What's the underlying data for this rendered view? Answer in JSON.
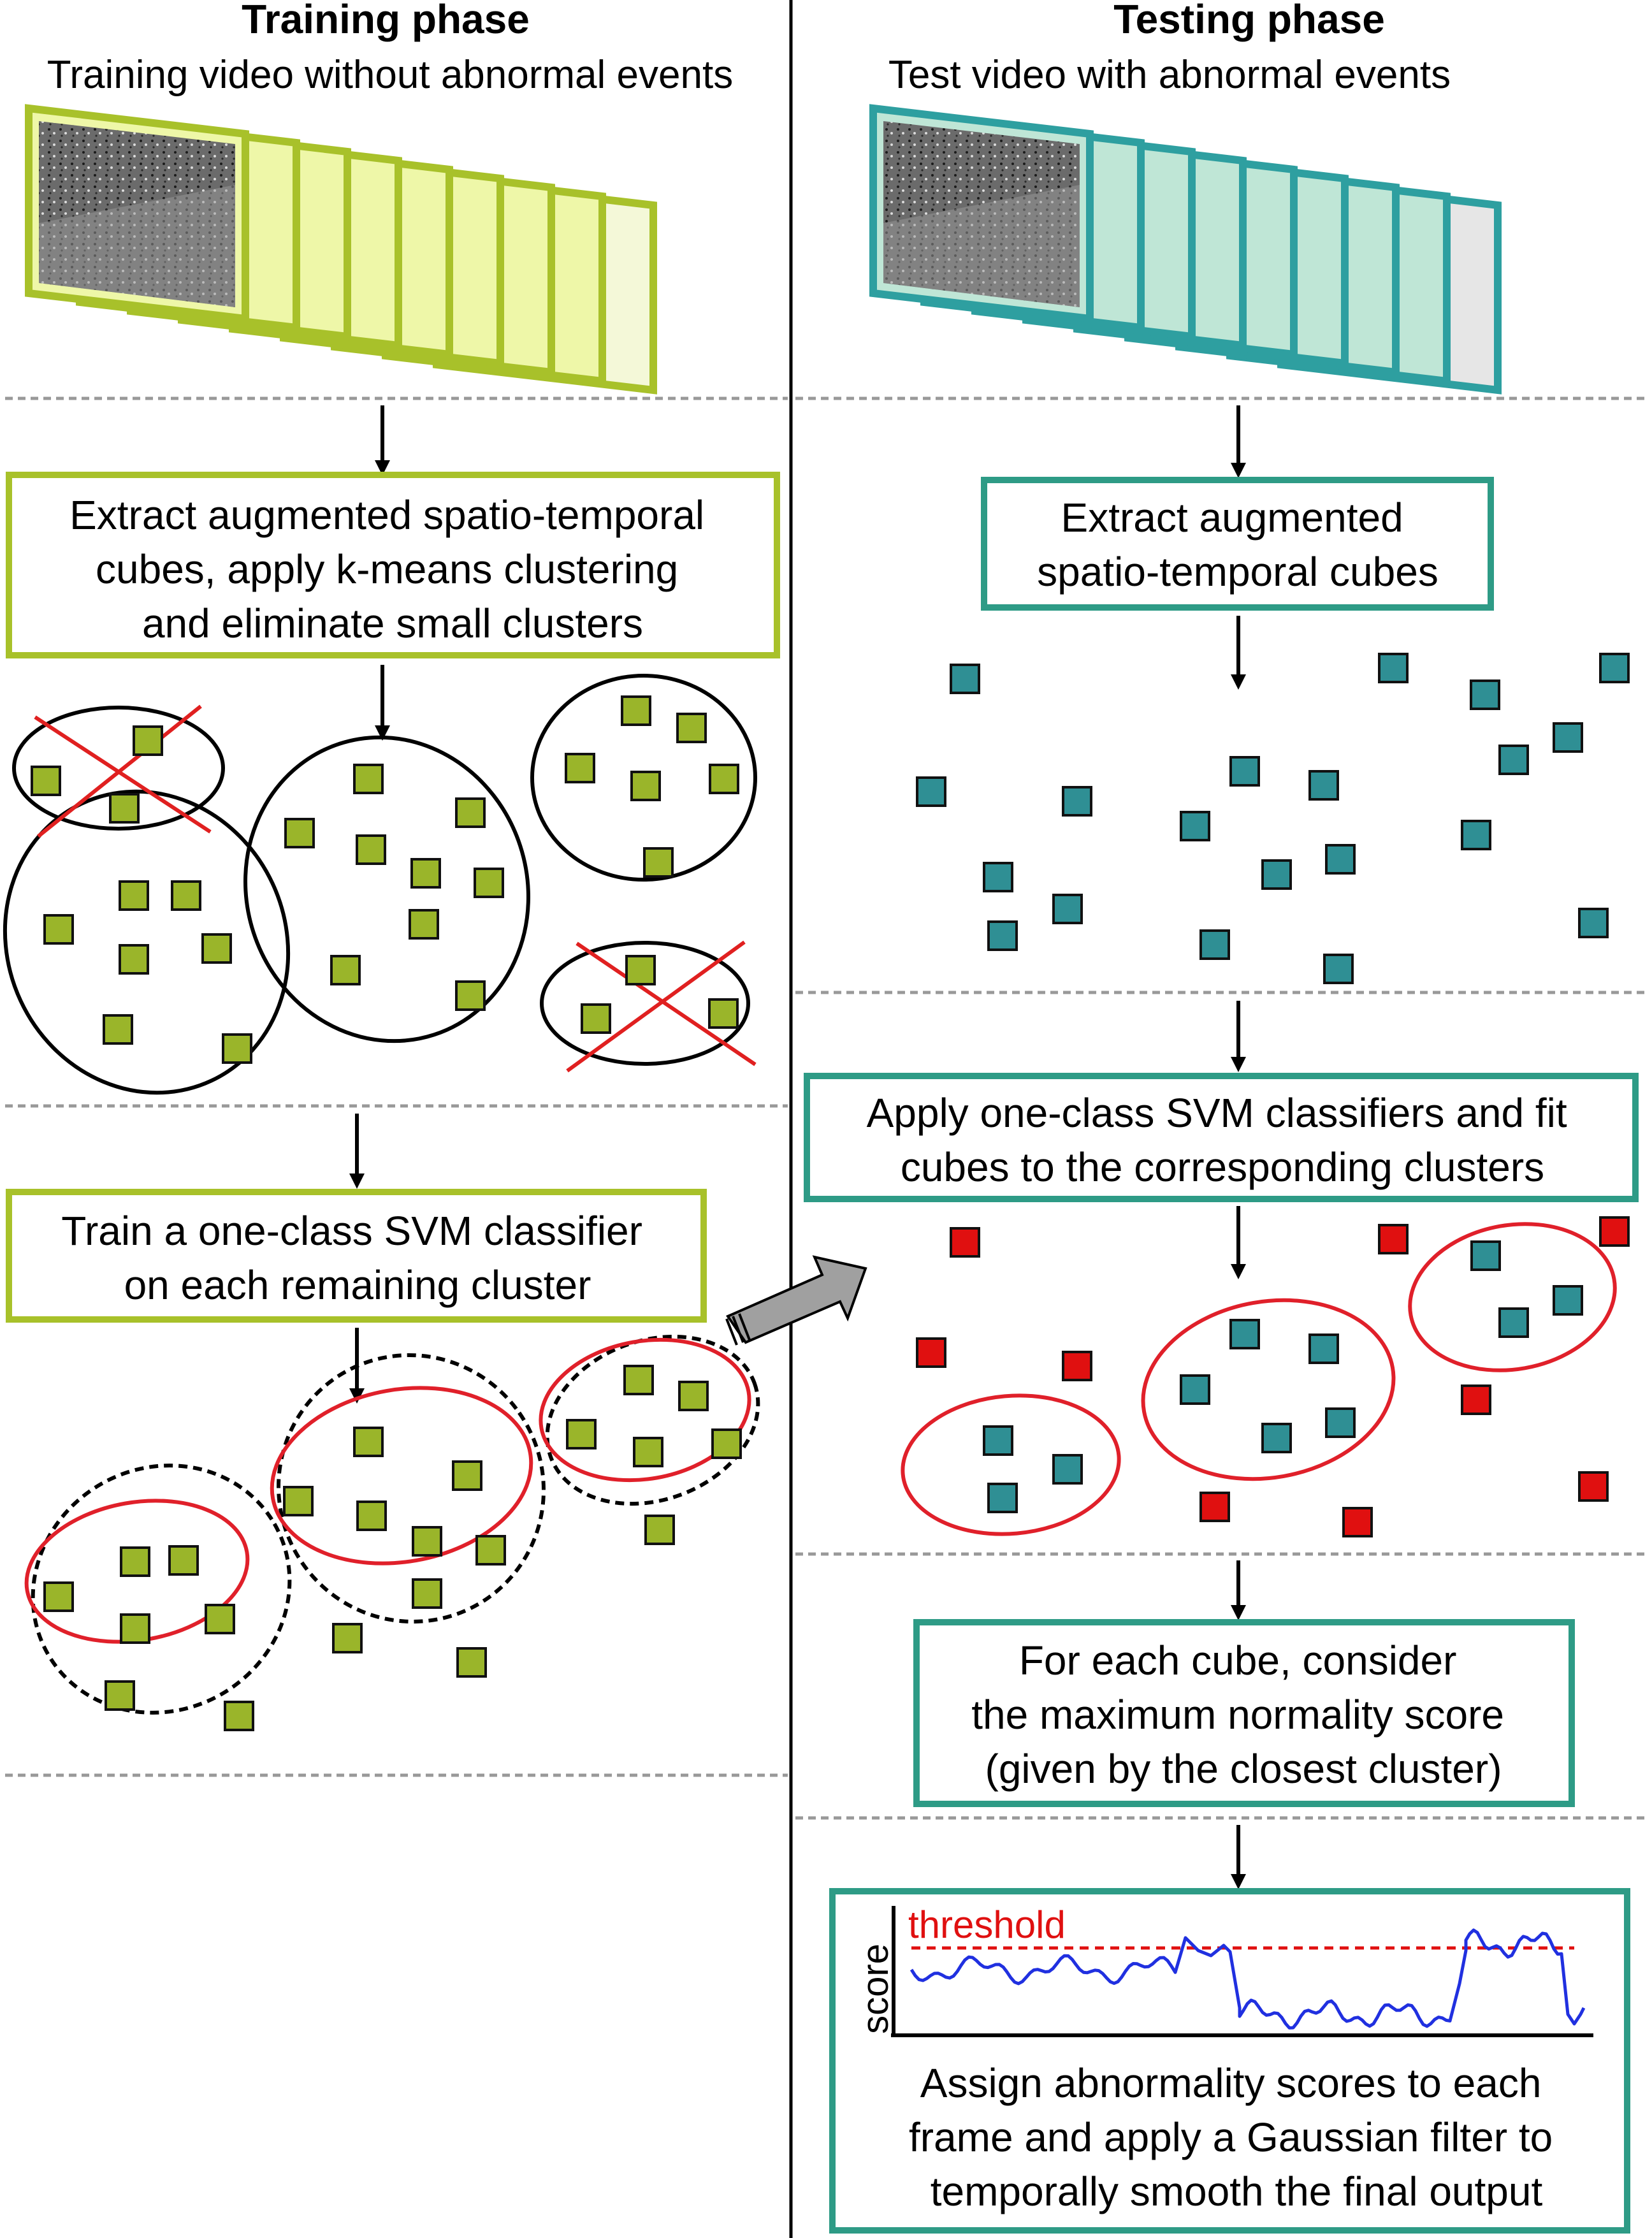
{
  "colors": {
    "train_green": "#a8c12a",
    "train_green_fill": "#9ab52a",
    "test_teal": "#2e9b86",
    "test_square": "#2f8f94",
    "anomaly_red": "#e01010",
    "cluster_red": "#e0202a",
    "curve_blue": "#2030e0",
    "divider_gray": "#999999"
  },
  "training": {
    "header": "Training phase",
    "subheader": "Training video without abnormal events",
    "step1": [
      "Extract augmented spatio-temporal",
      "cubes, apply k-means clustering",
      "and eliminate small clusters"
    ],
    "step2": [
      "Train a one-class SVM classifier",
      "on each remaining cluster"
    ]
  },
  "testing": {
    "header": "Testing phase",
    "subheader": "Test video with abnormal events",
    "step1": [
      "Extract augmented",
      "spatio-temporal cubes"
    ],
    "step2": [
      "Apply one-class SVM classifiers and fit",
      "cubes to the corresponding clusters"
    ],
    "step3": [
      "For each cube, consider",
      "the maximum normality score",
      "(given by the closest cluster)"
    ],
    "step4": [
      "Assign abnormality scores to each",
      "frame and apply a Gaussian filter to",
      "temporally smooth the final output"
    ],
    "plot": {
      "threshold_label": "threshold",
      "y_axis_label": "score"
    }
  }
}
